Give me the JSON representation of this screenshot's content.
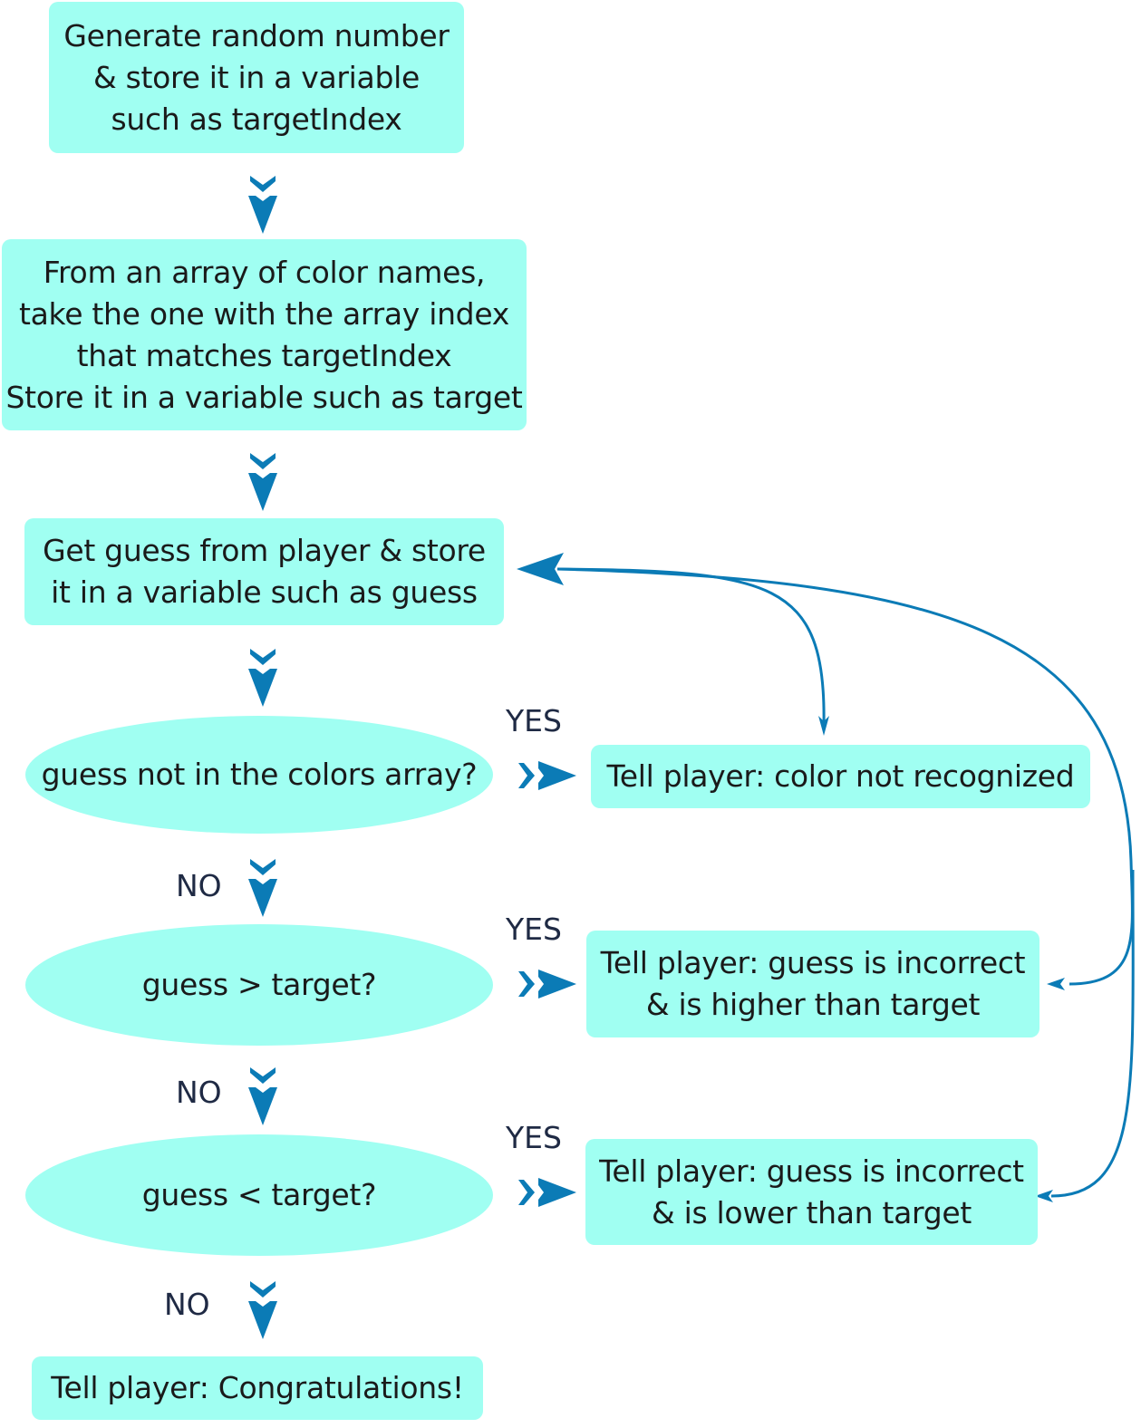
{
  "colors": {
    "fill": "#a0fff2",
    "arrow": "#0b7bb6",
    "text": "#1a1a1a"
  },
  "nodes": {
    "step1": "Generate random number\n& store it in a variable\nsuch as targetIndex",
    "step2": "From an array of color names,\ntake the one with the array index\nthat matches targetIndex\nStore it in a variable such as target",
    "step3": "Get guess from player & store\nit in a variable such as guess",
    "decision1": "guess not in the colors array?",
    "decision2": "guess  > target?",
    "decision3": "guess  < target?",
    "result1": "Tell player: color not recognized",
    "result2": "Tell player: guess is incorrect\n& is higher than target",
    "result3": "Tell player: guess is incorrect\n& is lower than target",
    "final": "Tell player: Congratulations!"
  },
  "labels": {
    "yes": "YES",
    "no": "NO"
  }
}
